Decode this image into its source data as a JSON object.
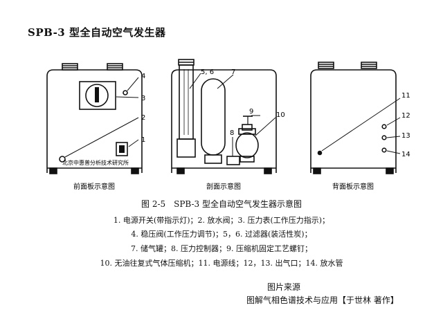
{
  "header": {
    "title": "SPB-3 型全自动空气发生器"
  },
  "front": {
    "label": "前面板示意图",
    "brand": "北京中惠普分析技术研究所",
    "callouts": [
      "1",
      "2",
      "3",
      "4"
    ]
  },
  "section": {
    "label": "剖面示意图",
    "callouts": [
      "5, 6",
      "7",
      "8",
      "9",
      "10"
    ]
  },
  "back": {
    "label": "背面板示意图",
    "callouts": [
      "11",
      "12",
      "13",
      "14"
    ]
  },
  "caption": {
    "figure": "图 2-5　SPB-3 型全自动空气发生器示意图",
    "lines": [
      "1. 电源开关(带指示灯)；2. 放水阀；3. 压力表(工作压力指示)；",
      "4. 稳压阀(工作压力调节)；5，6. 过滤器(装活性炭)；",
      "7. 储气罐；8. 压力控制器；9. 压缩机固定工艺螺钉；",
      "10. 无油往复式气体压缩机；11. 电源线；12，13. 出气口；14. 放水管"
    ]
  },
  "source": {
    "label": "图片来源",
    "book": "图解气相色谱技术与应用【于世林  著作】"
  }
}
